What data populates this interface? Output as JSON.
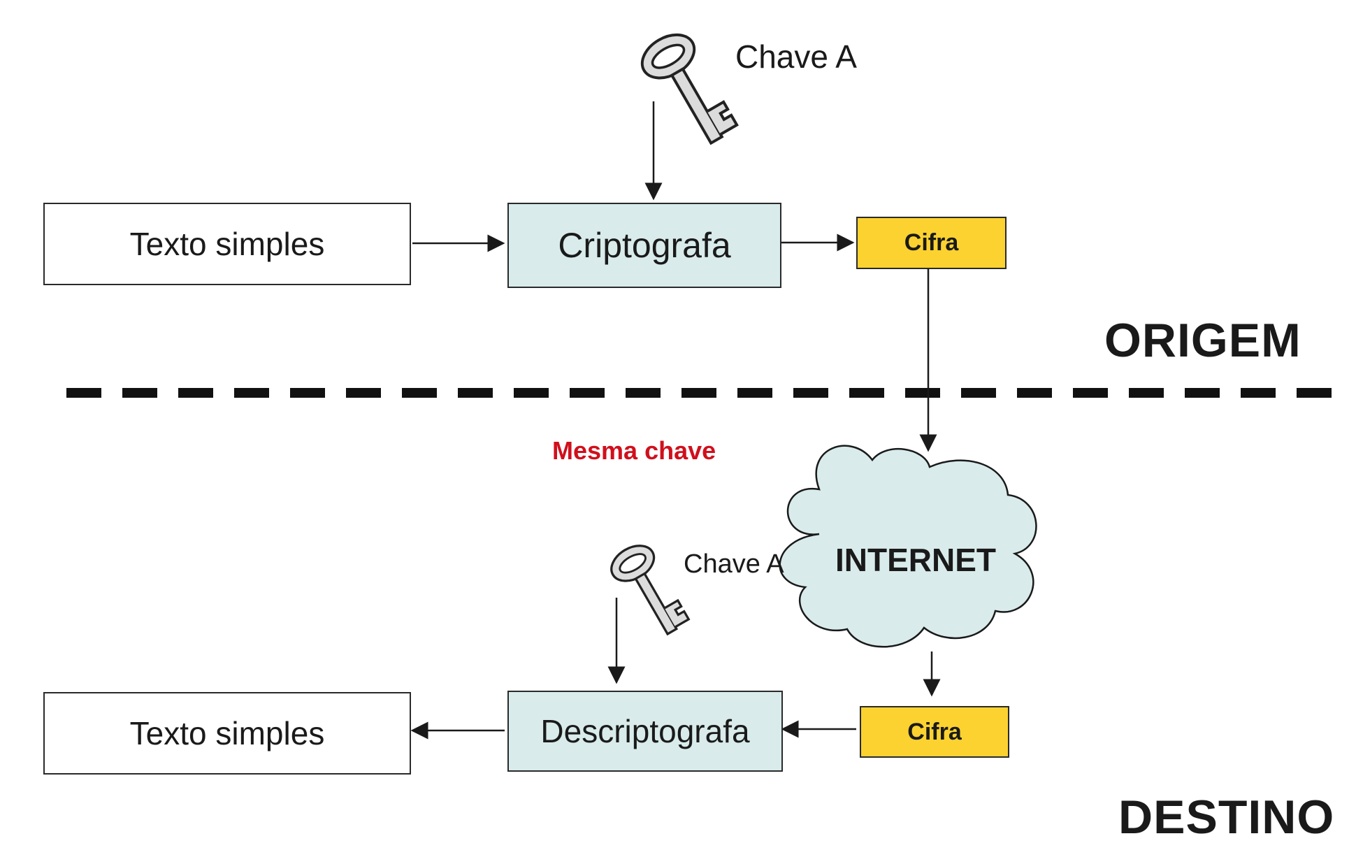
{
  "origin": {
    "section_label": "ORIGEM",
    "plaintext_label": "Texto simples",
    "encrypt_label": "Criptografa",
    "cipher_label": "Cifra",
    "key_label": "Chave A"
  },
  "destination": {
    "section_label": "DESTINO",
    "plaintext_label": "Texto simples",
    "decrypt_label": "Descriptografa",
    "cipher_label": "Cifra",
    "key_label": "Chave A"
  },
  "network": {
    "cloud_label": "INTERNET"
  },
  "note": {
    "same_key_label": "Mesma chave"
  },
  "colors": {
    "process_fill": "#d9ebeb",
    "cipher_fill": "#fcd230",
    "note_red": "#d0101c",
    "cloud_fill": "#d9ebeb"
  },
  "icons": {
    "origin_key": "key-icon",
    "destination_key": "key-icon",
    "network": "cloud-icon"
  }
}
